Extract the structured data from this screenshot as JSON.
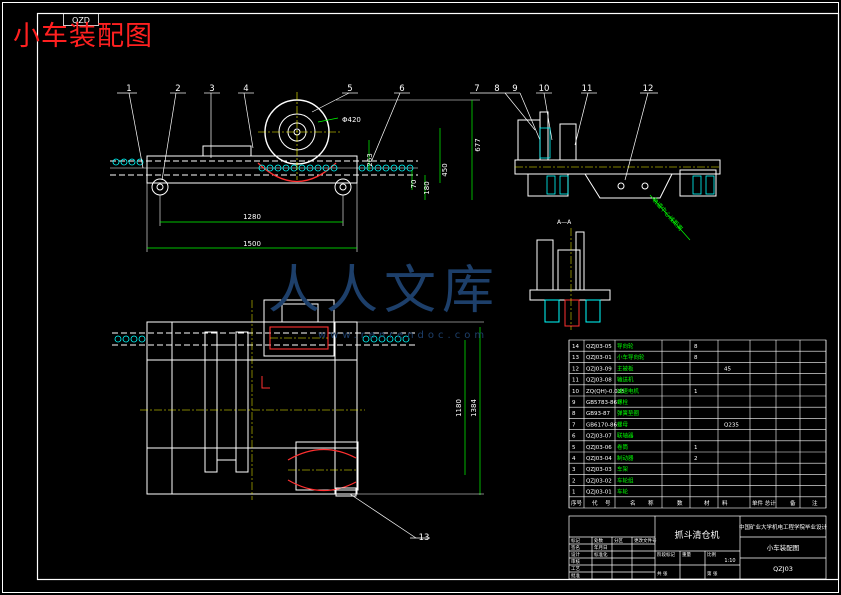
{
  "title": "小车装配图",
  "code_small": "QZD",
  "watermark": {
    "brand": "人人文库",
    "url": "www.renrendoc.com"
  },
  "colors": {
    "background": "#000000",
    "frame": "#ffffff",
    "title": "#ff2020",
    "line": "#ffffff",
    "dim": "#00ff00",
    "center": "#ffff00",
    "accent": "#00ffff",
    "part": "#ff3030",
    "watermark": "#1d3f6a"
  },
  "balloons": [
    "1",
    "2",
    "3",
    "4",
    "5",
    "6",
    "7",
    "8",
    "9",
    "10",
    "11",
    "12",
    "13"
  ],
  "dims": {
    "d1": "1280",
    "d2": "1500",
    "d3": "677",
    "d4": "450",
    "d5": "263",
    "d6": "180",
    "d7": "70",
    "d8": "1180",
    "d9": "1384",
    "d10": "Φ420"
  },
  "section_label": "A—A",
  "bom_rows": [
    {
      "no": "14",
      "code": "QZJ03-05",
      "name": "导向轮",
      "qty": "8",
      "mat": "",
      "note": ""
    },
    {
      "no": "13",
      "code": "QZJ03-01",
      "name": "小车导向轮",
      "qty": "8",
      "mat": "",
      "note": ""
    },
    {
      "no": "12",
      "code": "QZJ03-09",
      "name": "主被板",
      "qty": "",
      "mat": "45",
      "note": ""
    },
    {
      "no": "11",
      "code": "QZJ03-08",
      "name": "输送机",
      "qty": "",
      "mat": "",
      "note": ""
    },
    {
      "no": "10",
      "code": "ZQ(QH)-0.035",
      "name": "减速电机",
      "qty": "1",
      "mat": "",
      "note": ""
    },
    {
      "no": "9",
      "code": "GB5783-86",
      "name": "螺栓",
      "qty": "",
      "mat": "",
      "note": ""
    },
    {
      "no": "8",
      "code": "GB93-87",
      "name": "弹簧垫圈",
      "qty": "",
      "mat": "",
      "note": ""
    },
    {
      "no": "7",
      "code": "GB6170-86",
      "name": "螺母",
      "qty": "",
      "mat": "Q235",
      "note": ""
    },
    {
      "no": "6",
      "code": "QZJ03-07",
      "name": "联轴器",
      "qty": "",
      "mat": "",
      "note": ""
    },
    {
      "no": "5",
      "code": "QZJ03-06",
      "name": "卷筒",
      "qty": "1",
      "mat": "",
      "note": ""
    },
    {
      "no": "4",
      "code": "QZJ03-04",
      "name": "制动器",
      "qty": "2",
      "mat": "",
      "note": ""
    },
    {
      "no": "3",
      "code": "QZJ03-03",
      "name": "车架",
      "qty": "",
      "mat": "",
      "note": ""
    },
    {
      "no": "2",
      "code": "QZJ03-02",
      "name": "车轮组",
      "qty": "",
      "mat": "",
      "note": ""
    },
    {
      "no": "1",
      "code": "QZJ03-01",
      "name": "车轮",
      "qty": "",
      "mat": "",
      "note": ""
    }
  ],
  "bom_header": [
    "序号",
    "代",
    "号",
    "名",
    "称",
    "数",
    "材",
    "料",
    "单件 总计",
    "备",
    "注"
  ],
  "title_block": {
    "product": "抓斗清仓机",
    "school": "中国矿业大学机电工程学院毕业设计",
    "drawing": "小车装配图",
    "drawing_no": "QZJ03",
    "scale": "1:10",
    "labels": [
      "标记",
      "处数",
      "分区",
      "更改文件号",
      "签名",
      "年月日",
      "设计",
      "标准化",
      "审核",
      "工艺",
      "批准",
      "阶段标记",
      "重量",
      "比例",
      "共 张",
      "第 张"
    ]
  }
}
